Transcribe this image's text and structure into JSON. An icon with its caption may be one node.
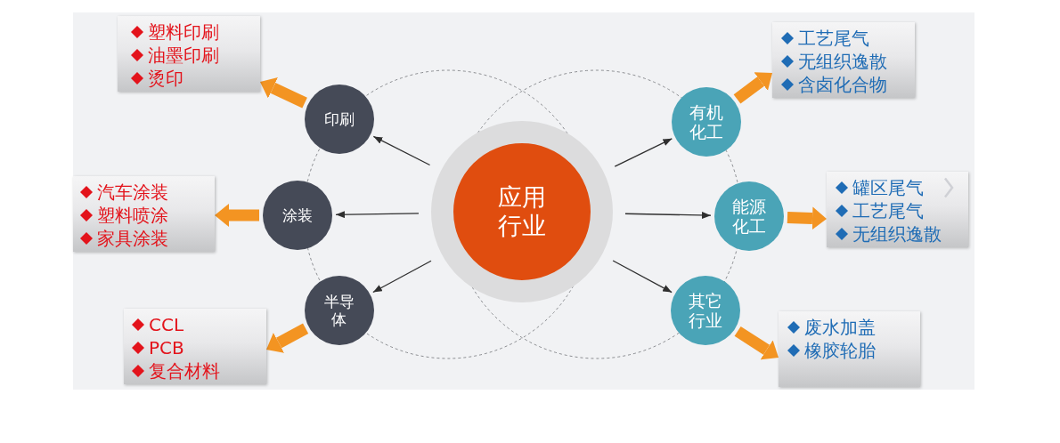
{
  "diagram": {
    "nodes": [
      {
        "text": [
          "应用行业"
        ]
      },
      {
        "text": [
          "印刷"
        ]
      },
      {
        "text": [
          "涂装"
        ]
      },
      {
        "text": [
          "半导体"
        ]
      },
      {
        "text": [
          "有机化工"
        ]
      },
      {
        "text": [
          "能源化工"
        ]
      },
      {
        "text": [
          "其它行业"
        ]
      },
      {
        "text": [
          "塑料印刷",
          "油墨印刷",
          "烫印"
        ]
      },
      {
        "text": [
          "汽车涂装",
          "塑料喷涂",
          "家具涂装"
        ]
      },
      {
        "text": [
          "CCL",
          "PCB",
          "复合材料"
        ]
      },
      {
        "text": [
          "工艺尾气",
          "无组织逸散",
          "含卤化合物"
        ]
      },
      {
        "text": [
          "罐区尾气",
          "工艺尾气",
          "无组织逸散"
        ]
      },
      {
        "text": [
          "废水加盖",
          "橡胶轮胎"
        ]
      }
    ],
    "edges": [
      {
        "from": 0,
        "to": 1,
        "arrow": "to"
      },
      {
        "from": 0,
        "to": 2,
        "arrow": "to"
      },
      {
        "from": 0,
        "to": 3,
        "arrow": "to"
      },
      {
        "from": 0,
        "to": 4,
        "arrow": "to"
      },
      {
        "from": 0,
        "to": 5,
        "arrow": "to"
      },
      {
        "from": 0,
        "to": 6,
        "arrow": "to"
      },
      {
        "from": 1,
        "to": 7,
        "arrow": "to",
        "style": "thick",
        "color": "#f39422"
      },
      {
        "from": 2,
        "to": 8,
        "arrow": "to",
        "style": "thick",
        "color": "#f39422"
      },
      {
        "from": 3,
        "to": 9,
        "arrow": "to",
        "style": "thick",
        "color": "#f39422"
      },
      {
        "from": 4,
        "to": 10,
        "arrow": "to",
        "style": "thick",
        "color": "#f39422"
      },
      {
        "from": 5,
        "to": 11,
        "arrow": "to",
        "style": "thick",
        "color": "#f39422"
      },
      {
        "from": 6,
        "to": 12,
        "arrow": "to",
        "style": "thick",
        "color": "#f39422"
      }
    ]
  }
}
